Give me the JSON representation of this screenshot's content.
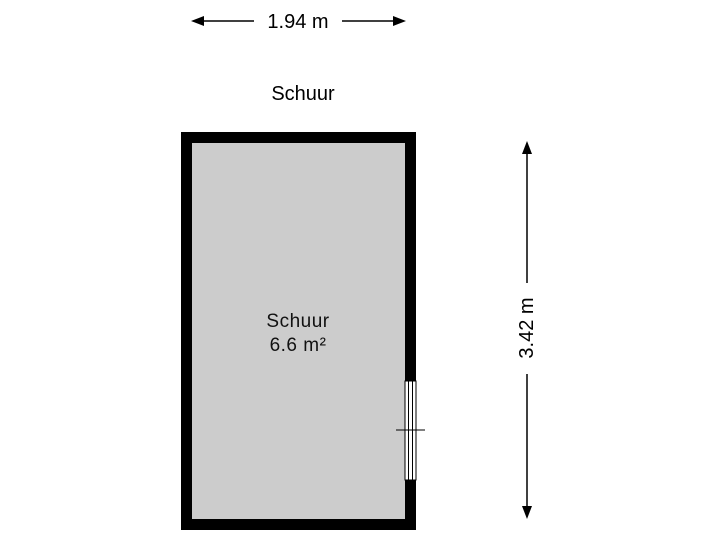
{
  "plan": {
    "floor_title": "Schuur",
    "width_label": "1.94 m",
    "height_label": "3.42 m",
    "room": {
      "name": "Schuur",
      "area": "6.6 m²"
    }
  },
  "colors": {
    "wall": "#000000",
    "floor": "#cccccc",
    "line": "#000000",
    "background": "#ffffff"
  }
}
